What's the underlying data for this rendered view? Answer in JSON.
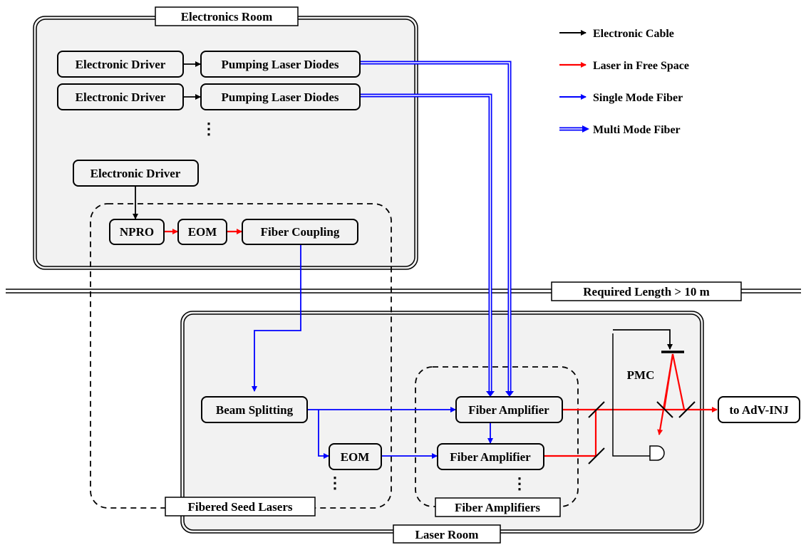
{
  "rooms": {
    "electronics": "Electronics Room",
    "laser": "Laser Room"
  },
  "length_label": "Required Length > 10 m",
  "legend": [
    {
      "label": "Electronic Cable",
      "color": "#000000",
      "style": "single"
    },
    {
      "label": "Laser in Free Space",
      "color": "#ff0000",
      "style": "single"
    },
    {
      "label": "Single Mode Fiber",
      "color": "#0000ff",
      "style": "single"
    },
    {
      "label": "Multi Mode Fiber",
      "color": "#0000ff",
      "style": "double"
    }
  ],
  "boxes": {
    "driver1": "Electronic Driver",
    "driver2": "Electronic Driver",
    "driver3": "Electronic Driver",
    "pump1": "Pumping Laser Diodes",
    "pump2": "Pumping Laser Diodes",
    "npro": "NPRO",
    "eom1": "EOM",
    "fiber_coupling": "Fiber Coupling",
    "beam_splitting": "Beam Splitting",
    "eom2": "EOM",
    "amp1": "Fiber Amplifier",
    "amp2": "Fiber Amplifier",
    "out": "to AdV-INJ"
  },
  "groups": {
    "seed": "Fibered Seed Lasers",
    "amps": "Fiber Amplifiers",
    "pmc": "PMC"
  },
  "ellipsis": "⋮",
  "colors": {
    "electronic": "#000000",
    "laser": "#ff0000",
    "single_mode": "#0000ff",
    "room_fill": "#f2f2f2"
  }
}
